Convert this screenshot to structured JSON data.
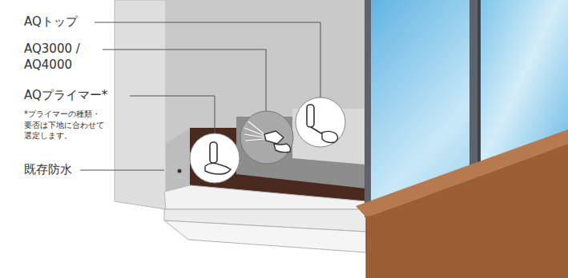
{
  "diagram": {
    "labels": [
      "AQトップ",
      "AQ3000 / AQ4000",
      "AQプライマー*",
      "*プライマーの種類・ 要否は下地に合わせて 選定します。",
      "既存防水"
    ]
  }
}
